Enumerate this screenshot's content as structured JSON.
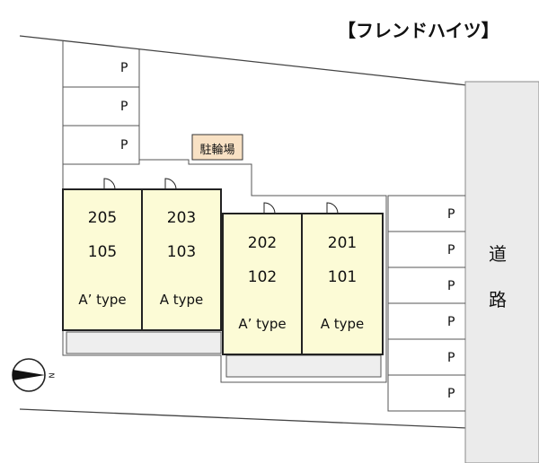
{
  "title": "【フレンドハイツ】",
  "parking_label": "P",
  "bike_parking": "駐輪場",
  "road": [
    "道",
    "路"
  ],
  "north_marker": "N",
  "units": [
    {
      "upper": "205",
      "lower": "105",
      "type": "A’ type"
    },
    {
      "upper": "203",
      "lower": "103",
      "type": "A type"
    },
    {
      "upper": "202",
      "lower": "102",
      "type": "A’ type"
    },
    {
      "upper": "201",
      "lower": "101",
      "type": "A type"
    }
  ],
  "colors": {
    "unit_fill": "#fcfbd6",
    "outline": "#222222",
    "light_line": "#888888",
    "road_fill": "#ebebeb",
    "bike_fill": "#f8e1c4",
    "balcony_fill": "#eeeeee"
  }
}
